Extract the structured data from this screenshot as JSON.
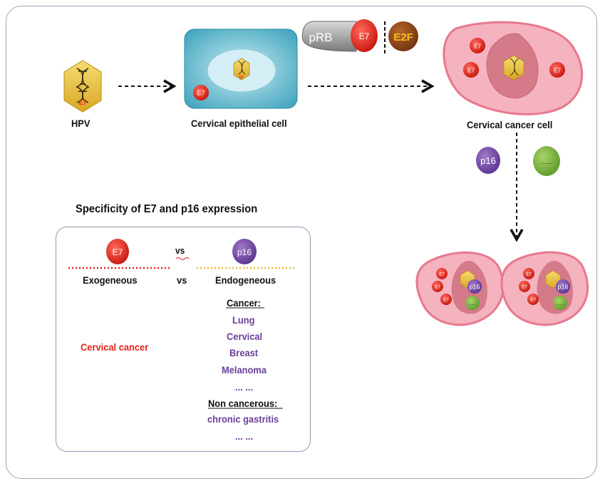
{
  "hpv": {
    "label": "HPV",
    "hex_text": "E7"
  },
  "epithelial": {
    "label": "Cervical epithelial cell",
    "nucleus_text": "E7",
    "e7": "E7"
  },
  "complex": {
    "prb": "pRB",
    "e7": "E7",
    "e2f": "E2F"
  },
  "cancer_cell": {
    "label": "Cervical cancer cell",
    "e7_a": "E7",
    "e7_b": "E7",
    "e7_c": "E7"
  },
  "markers": {
    "p16": "p16",
    "other": "......"
  },
  "daughters": {
    "e7": "E7",
    "p16": "p16",
    "dots": "......"
  },
  "specificity": {
    "title": "Specificity of E7 and p16 expression",
    "e7_badge": "E7",
    "vs_top": "vs",
    "p16_badge": "p16",
    "exo": "Exogeneous",
    "vs": "vs",
    "endo": "Endogeneous",
    "left_item": "Cervical cancer",
    "cancer_header": "Cancer:",
    "cancers": [
      "Lung",
      "Cervical",
      "Breast",
      "Melanoma",
      "... ..."
    ],
    "noncancer_header": "Non cancerous:",
    "noncancers": [
      "chronic gastritis",
      "... ..."
    ]
  },
  "colors": {
    "e7_red": "#e2231a",
    "p16_purple": "#6a3d9a",
    "cell_pink": "#f3a2b2",
    "nucleus_pink": "#d0707e",
    "epithelial_blue": "#3aa6c0",
    "green": "#7cb342",
    "e2f_brown": "#8b4513",
    "gold": "#e8c13a"
  }
}
